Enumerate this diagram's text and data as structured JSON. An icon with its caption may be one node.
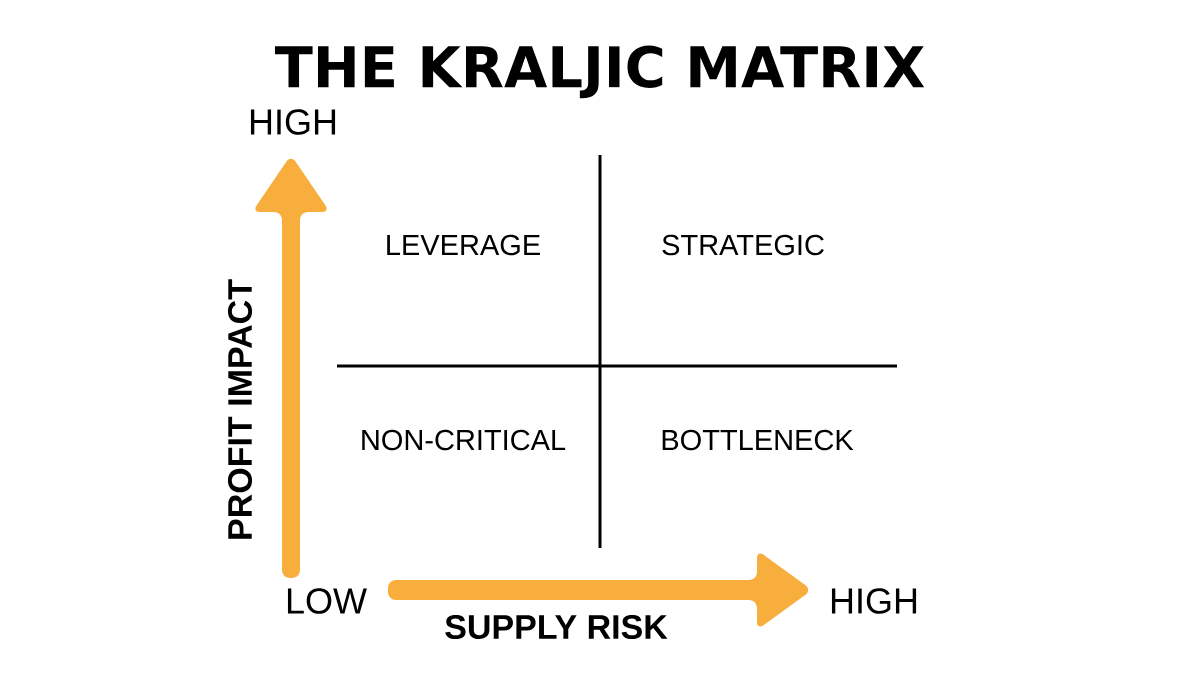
{
  "diagram": {
    "title": "THE KRALJIC MATRIX",
    "labels": [
      "HIGH",
      "LEVERAGE",
      "STRATEGIC",
      "PROFIT IMPACT",
      "NON-CRITICAL",
      "BOTTLENECK",
      "LOW",
      "HIGH",
      "SUPPLY RISK"
    ]
  }
}
